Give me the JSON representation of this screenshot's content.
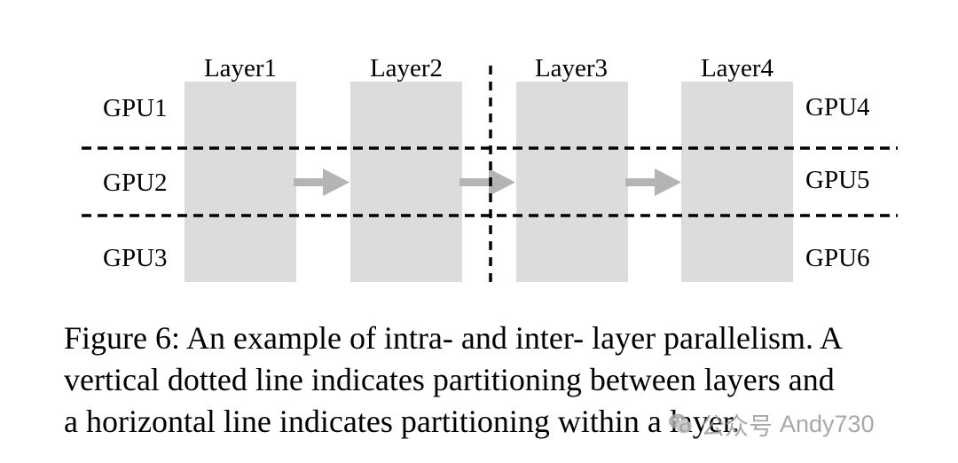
{
  "diagram": {
    "layers": [
      "Layer1",
      "Layer2",
      "Layer3",
      "Layer4"
    ],
    "gpus_left": [
      "GPU1",
      "GPU2",
      "GPU3"
    ],
    "gpus_right": [
      "GPU4",
      "GPU5",
      "GPU6"
    ]
  },
  "caption": {
    "lines": [
      "Figure 6: An example of intra- and inter- layer parallelism. A",
      "vertical dotted line indicates partitioning between layers and",
      "a horizontal line indicates partitioning within a layer."
    ]
  },
  "watermark": {
    "channel_label": "公众号",
    "author": "Andy730"
  },
  "colors": {
    "layer_block": "#dcdcdc",
    "arrow": "#b4b4b4",
    "divider": "#000000"
  }
}
